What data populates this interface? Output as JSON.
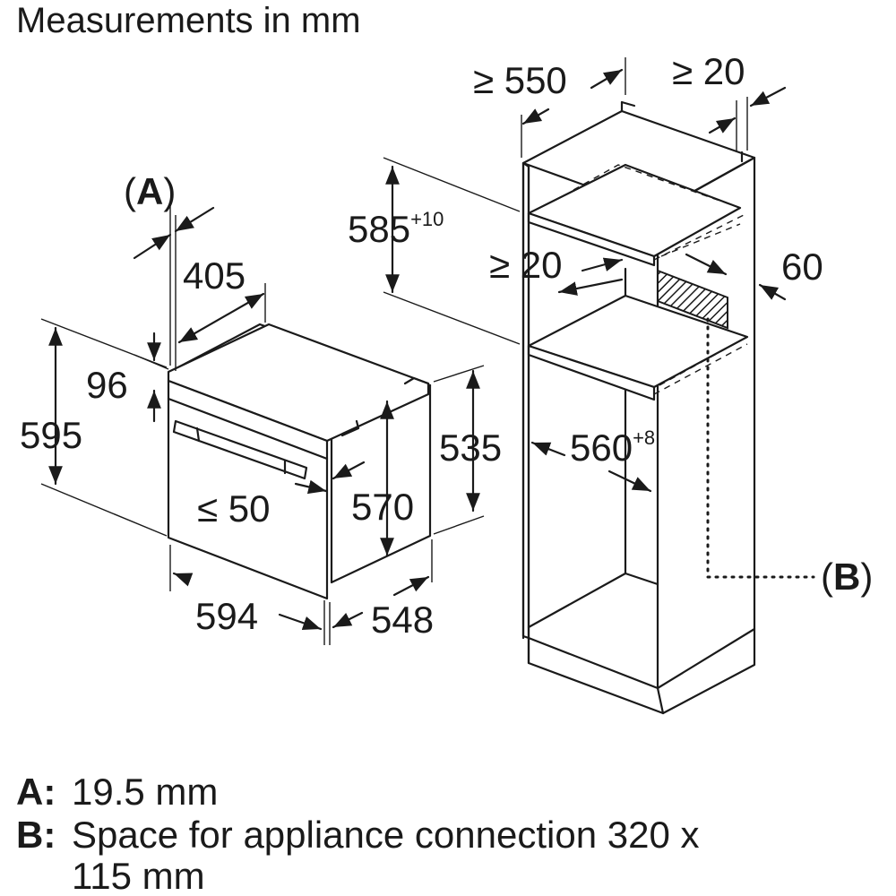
{
  "title": "Measurements in mm",
  "oven": {
    "label_a": "(A)",
    "dim_405": "405",
    "dim_96": "96",
    "dim_595": "595",
    "dim_le50": "≤ 50",
    "dim_570": "570",
    "dim_535": "535",
    "dim_594": "594",
    "dim_548": "548"
  },
  "cabinet": {
    "dim_ge550": "≥ 550",
    "dim_ge20_top": "≥ 20",
    "dim_585": "585",
    "dim_585_tol": "+10",
    "dim_ge20_mid": "≥ 20",
    "dim_60": "60",
    "dim_560": "560",
    "dim_560_tol": "+8",
    "label_b": "(B)"
  },
  "legend": {
    "a_key": "A:",
    "a_text": "19.5 mm",
    "b_key": "B:",
    "b_text_line1": "Space for appliance connection 320 x",
    "b_text_line2": "115 mm"
  }
}
